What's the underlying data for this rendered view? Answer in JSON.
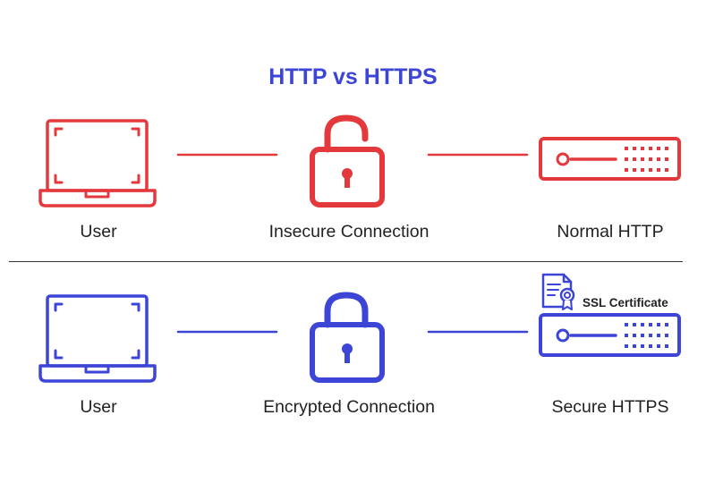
{
  "title": "HTTP vs HTTPS",
  "colors": {
    "insecure": "#e3393c",
    "secure": "#3c45d6",
    "title": "#3c45d6"
  },
  "rows": [
    {
      "user_label": "User",
      "connection_label": "Insecure Connection",
      "server_label": "Normal HTTP",
      "lock_state": "unlocked"
    },
    {
      "user_label": "User",
      "connection_label": "Encrypted Connection",
      "server_label": "Secure HTTPS",
      "lock_state": "locked",
      "certificate_label": "SSL Certificate"
    }
  ]
}
